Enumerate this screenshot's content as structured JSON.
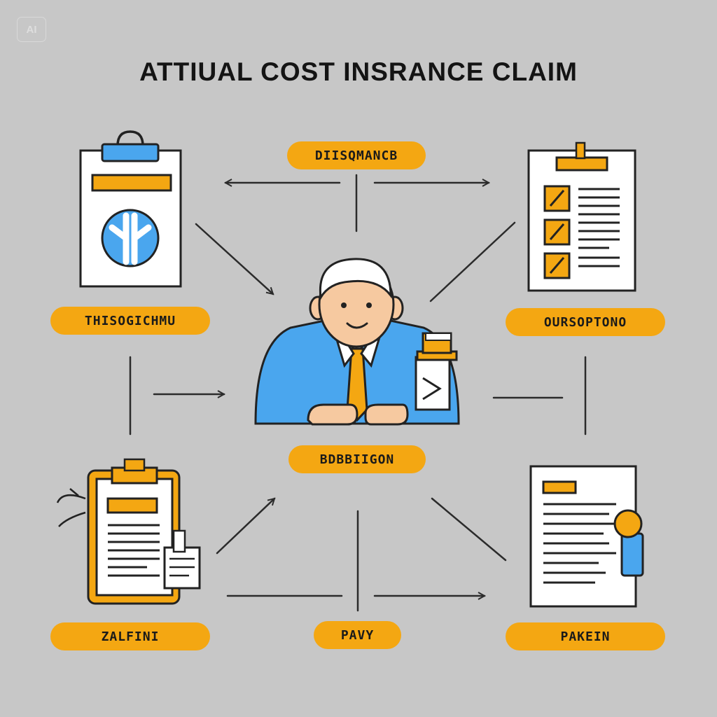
{
  "badge": "AI",
  "title": "ATTIUAL COST INSRANCE CLAIM",
  "labels": {
    "top": "DIISQMANCB",
    "left_upper": "THISOGICHMU",
    "right_upper": "OURSOPTONO",
    "center": "BDBBIIGON",
    "left_lower": "ZALFINI",
    "bottom_center": "PAVY",
    "right_lower": "PAKEIN"
  },
  "colors": {
    "background": "#c7c7c7",
    "accent_orange": "#f4a712",
    "accent_blue": "#4aa6ee",
    "line": "#2b2b2b"
  },
  "icons": {
    "top_left": "clipboard-medical-icon",
    "top_right": "checklist-clipboard-icon",
    "center": "insurance-agent-icon",
    "bottom_left": "claim-form-clipboard-icon",
    "bottom_right": "certified-document-icon"
  }
}
